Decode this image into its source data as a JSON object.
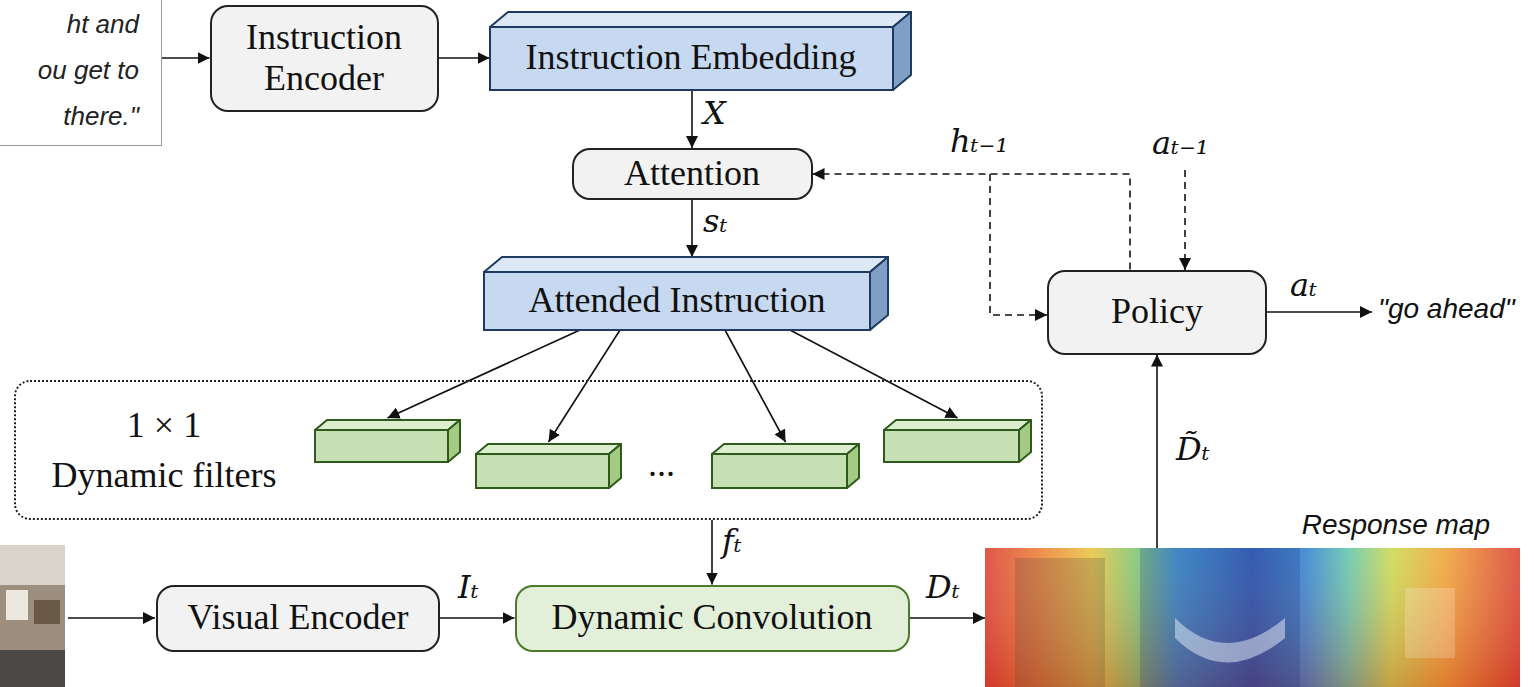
{
  "diagram": {
    "nodes": [
      {
        "text": [
          "ht and ou get to there.\""
        ]
      },
      {
        "text": [
          "Instruction Encoder"
        ]
      },
      {
        "text": [
          "Instruction Embedding"
        ]
      },
      {
        "text": [
          "Attention"
        ]
      },
      {
        "text": [
          "Attended Instruction"
        ]
      },
      {
        "text": [
          "Policy"
        ]
      },
      {
        "text": [
          "1 × 1",
          "Dynamic filters"
        ]
      },
      {
        "text": [
          "Visual Encoder"
        ]
      },
      {
        "text": [
          "Dynamic Convolution"
        ]
      },
      {
        "text": [
          "Response map"
        ]
      }
    ],
    "edges": [
      {
        "from": 0,
        "to": 1,
        "arrow": "to"
      },
      {
        "from": 1,
        "to": 2,
        "arrow": "to"
      },
      {
        "from": 2,
        "to": 3,
        "arrow": "to",
        "label": "X"
      },
      {
        "from": 3,
        "to": 4,
        "arrow": "to",
        "label": "sₜ"
      },
      {
        "from": 4,
        "to": 6,
        "arrow": "to"
      },
      {
        "from": 4,
        "to": 6,
        "arrow": "to"
      },
      {
        "from": 4,
        "to": 6,
        "arrow": "to"
      },
      {
        "from": 4,
        "to": 6,
        "arrow": "to"
      },
      {
        "from": 6,
        "to": 8,
        "arrow": "to",
        "label": "fₜ"
      },
      {
        "from": 7,
        "to": 8,
        "arrow": "to",
        "label": "Iₜ"
      },
      {
        "from": 8,
        "to": 9,
        "arrow": "to",
        "label": "Dₜ"
      },
      {
        "from": 9,
        "to": 5,
        "arrow": "to",
        "label": "D̃ₜ"
      },
      {
        "from": 5,
        "to": 3,
        "arrow": "to",
        "label": "hₜ₋₁"
      }
    ],
    "labels": [
      "...",
      "aₜ₋₁",
      "aₜ",
      "\"go ahead\""
    ]
  }
}
